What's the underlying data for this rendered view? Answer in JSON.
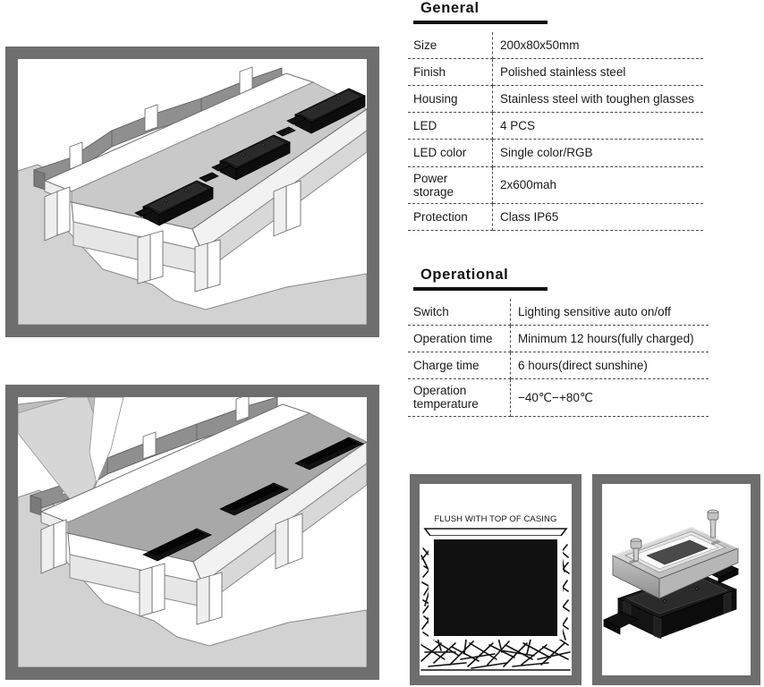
{
  "general": {
    "title": "General",
    "rows": [
      {
        "label": "Size",
        "value": "200x80x50mm"
      },
      {
        "label": "Finish",
        "value": "Polished stainless steel"
      },
      {
        "label": "Housing",
        "value": "Stainless steel with toughen glasses"
      },
      {
        "label": "LED",
        "value": "4 PCS"
      },
      {
        "label": "LED color",
        "value": "Single  color/RGB"
      },
      {
        "label": "Power\nstorage",
        "value": "2x600mah"
      },
      {
        "label": "Protection",
        "value": "Class IP65"
      }
    ]
  },
  "operational": {
    "title": "Operational",
    "rows": [
      {
        "label": "Switch",
        "value": "Lighting sensitive auto on/off"
      },
      {
        "label": "Operation time",
        "value": "Minimum 12 hours(fully charged)"
      },
      {
        "label": "Charge time",
        "value": "6 hours(direct sunshine)"
      },
      {
        "label": "Operation\ntemperature",
        "value": "−40℃−+80℃"
      }
    ]
  },
  "illustrations": {
    "road_surface": {
      "name": "isometric view of paved road with kerb and three surface mounted LED marker units"
    },
    "road_recess": {
      "name": "isometric view of road with three recessed pockets cut into the surface"
    },
    "cross_section": {
      "caption": "FLUSH WITH TOP OF CASING",
      "name": "cross section of unit set flush in aggregate bedding"
    },
    "exploded": {
      "name": "exploded isometric view of stainless steel lid with two fixing screws above black casing"
    }
  },
  "colors": {
    "frame": "#6e6e6e",
    "rule": "#111111",
    "dash": "#4a4a4a",
    "unit_black": "#141414",
    "road_light": "#e9e9e9",
    "road_mid": "#c9c9c9",
    "road_dark": "#8f8f8f"
  }
}
